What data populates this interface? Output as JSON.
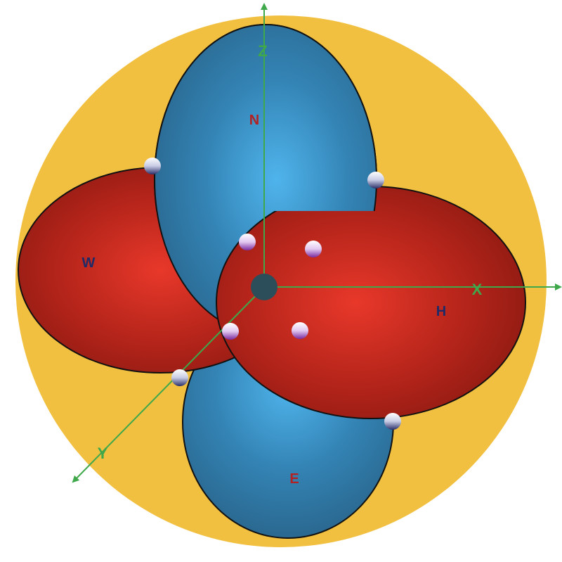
{
  "labels": {
    "north": "N",
    "west": "W",
    "east": "E",
    "h": "H"
  },
  "axes": {
    "x": "X",
    "y": "Y",
    "z": "Z"
  },
  "colors": {
    "sphere": "#F2C040",
    "blue_lobe_center": "#4FB4EC",
    "blue_lobe_edge": "#2A6890",
    "red_lobe_center": "#E8382A",
    "red_lobe_edge": "#8E1A12",
    "axis": "#3FA84A",
    "origin": "#2C4E5A",
    "label_red": "#B22222",
    "label_navy": "#1F2A66",
    "ball_light": "#FFFFFF",
    "ball_dark_blue": "#2A2F6A",
    "ball_dark_purple": "#7A2AA0"
  }
}
